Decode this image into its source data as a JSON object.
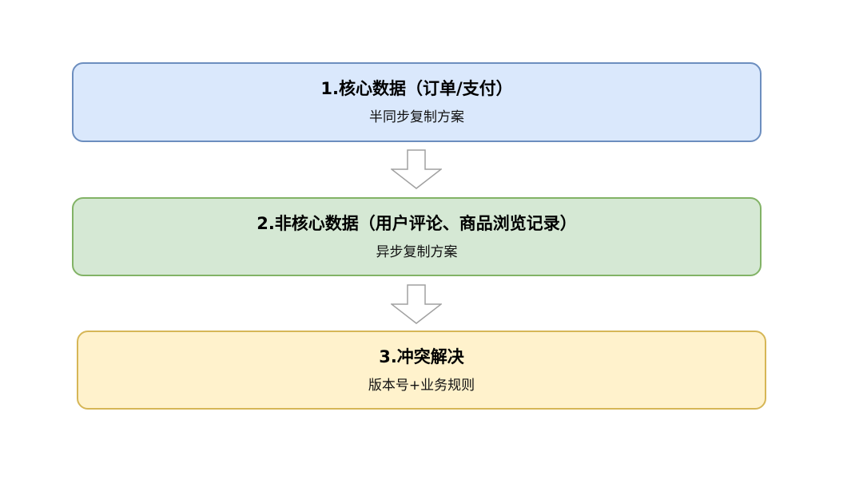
{
  "diagram": {
    "steps": [
      {
        "title": "1.核心数据（订单/支付）",
        "subtitle": "半同步复制方案",
        "fill": "#dae8fc",
        "stroke": "#6c8ebf"
      },
      {
        "title": "2.非核心数据（用户评论、商品浏览记录）",
        "subtitle": "异步复制方案",
        "fill": "#d5e8d4",
        "stroke": "#82b366"
      },
      {
        "title": "3.冲突解决",
        "subtitle": "版本号+业务规则",
        "fill": "#fff2cc",
        "stroke": "#d6b656"
      }
    ],
    "arrow_color": "#a0a0a0",
    "arrow_fill": "#ffffff"
  }
}
